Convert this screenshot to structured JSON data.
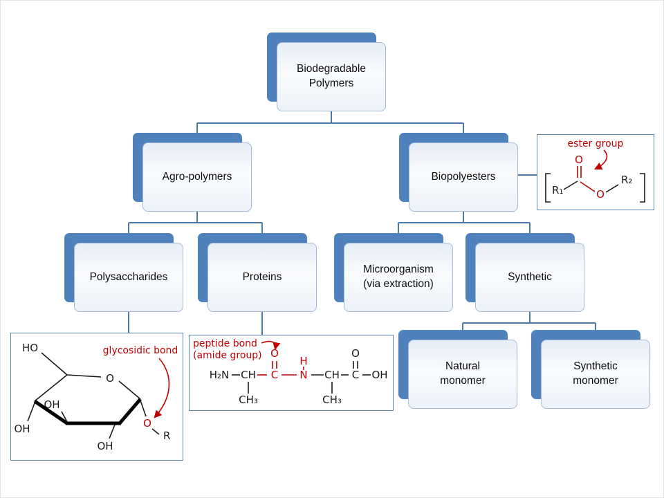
{
  "nodes": {
    "root": {
      "label": "Biodegradable\nPolymers"
    },
    "agro": {
      "label": "Agro-polymers"
    },
    "biopolyesters": {
      "label": "Biopolyesters"
    },
    "polysaccharides": {
      "label": "Polysaccharides"
    },
    "proteins": {
      "label": "Proteins"
    },
    "microorganism": {
      "label": "Microorganism\n(via extraction)"
    },
    "synthetic": {
      "label": "Synthetic"
    },
    "natural_monomer": {
      "label": "Natural\nmonomer"
    },
    "synthetic_monomer": {
      "label": "Synthetic\nmonomer"
    }
  },
  "annotations": {
    "ester": {
      "title": "ester group",
      "r1": "R₁",
      "o_top": "O",
      "o_mid": "O",
      "r2": "R₂"
    },
    "glucose": {
      "title": "glycosidic bond",
      "ho": "HO",
      "ring_o": "O",
      "oh_a": "OH",
      "oh_b": "OH",
      "oh_c": "OH",
      "o_link": "O",
      "r": "R"
    },
    "peptide": {
      "title_line1": "peptide bond",
      "title_line2": "(amide group)",
      "h2n": "H₂N",
      "ch_a": "CH",
      "c_a": "C",
      "o_a": "O",
      "n": "N",
      "h": "H",
      "ch_b": "CH",
      "c_b": "C",
      "o_b": "O",
      "oh": "OH",
      "ch3_a": "CH₃",
      "ch3_b": "CH₃"
    }
  },
  "colors": {
    "node_shadow": "#4f81bd",
    "node_border": "#a3bbd8",
    "connector": "#4a78ad",
    "highlight_red": "#c00000"
  }
}
